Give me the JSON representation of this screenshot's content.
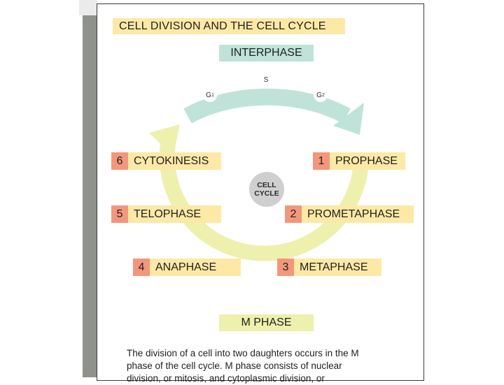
{
  "title": "CELL DIVISION AND THE CELL CYCLE",
  "interphase_label": "INTERPHASE",
  "mphase_label": "M PHASE",
  "interphase_stages": {
    "s": "S",
    "g1_main": "G",
    "g1_sub": "1",
    "g2_main": "G",
    "g2_sub": "2"
  },
  "center": {
    "line1": "CELL",
    "line2": "CYCLE"
  },
  "phases": [
    {
      "num": "1",
      "label": "PROPHASE"
    },
    {
      "num": "2",
      "label": "PROMETAPHASE"
    },
    {
      "num": "3",
      "label": "METAPHASE"
    },
    {
      "num": "4",
      "label": "ANAPHASE"
    },
    {
      "num": "5",
      "label": "TELOPHASE"
    },
    {
      "num": "6",
      "label": "CYTOKINESIS"
    }
  ],
  "caption": {
    "line1": "The division of a cell into two daughters occurs in the M",
    "line2": "phase of the cell cycle. M phase consists of nuclear",
    "line3": "division, or mitosis, and cytoplasmic division, or"
  },
  "colors": {
    "interphase_arc": "#bfe3d9",
    "mphase_arc": "#eef0ad",
    "label_fill": "#fde9a6",
    "number_fill": "#f3977c",
    "center_fill": "#cfcfcf"
  }
}
